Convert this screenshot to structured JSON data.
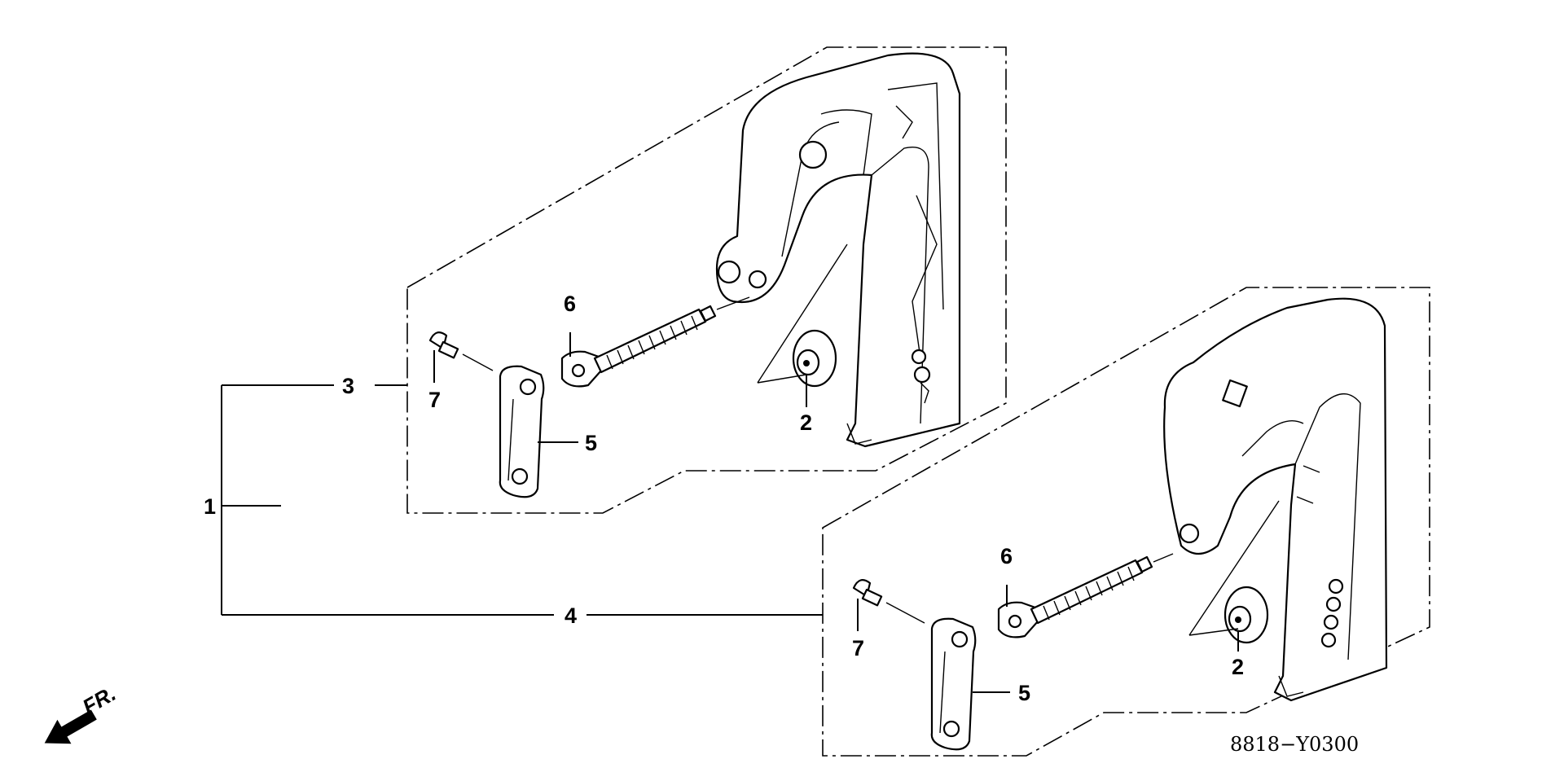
{
  "callouts": {
    "c1": "1",
    "c2_upper": "2",
    "c2_lower": "2",
    "c3": "3",
    "c4": "4",
    "c5_upper": "5",
    "c5_lower": "5",
    "c6_upper": "6",
    "c6_lower": "6",
    "c7_upper": "7",
    "c7_lower": "7"
  },
  "direction_label": "FR.",
  "diagram_code": "8818−Y0300",
  "colors": {
    "ink": "#000000",
    "background": "#ffffff"
  },
  "icons": {
    "front_arrow": "arrow-front-icon"
  }
}
